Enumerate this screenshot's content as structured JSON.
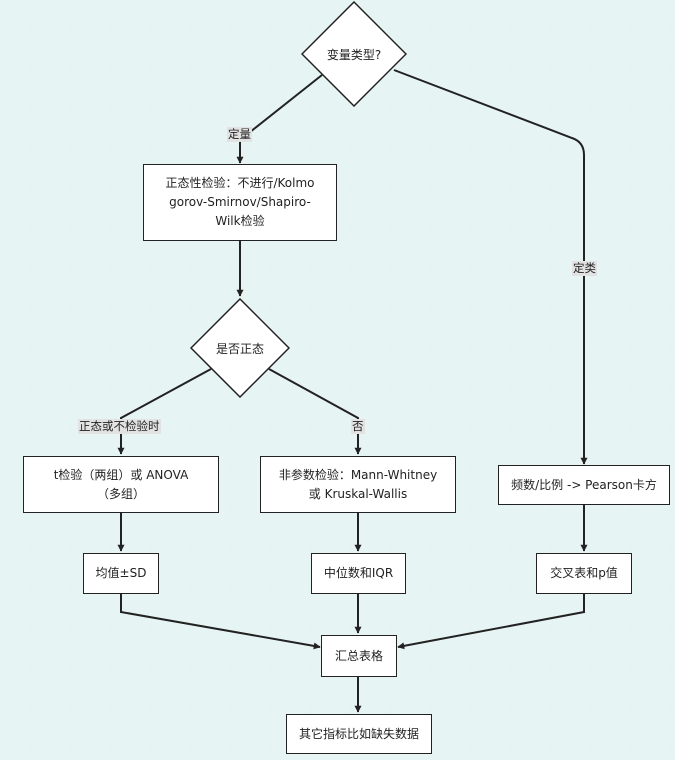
{
  "nodes": {
    "type_decision": "变量类型?",
    "normality_test": "正态性检验：不进行/Kolmogorov-Smirnov/Shapiro-Wilk检验",
    "normal_decision": "是否正态",
    "t_test": "t检验（两组）或 ANOVA（多组）",
    "nonparam": "非参数检验：Mann-Whitney 或 Kruskal-Wallis",
    "chi_square": "频数/比例 -> Pearson卡方",
    "mean_sd": "均值±SD",
    "median_iqr": "中位数和IQR",
    "crosstab": "交叉表和p值",
    "summary_table": "汇总表格",
    "other_metrics": "其它指标比如缺失数据"
  },
  "edge_labels": {
    "quantitative": "定量",
    "qualitative": "定类",
    "normal_or_untested": "正态或不检验时",
    "not_normal": "否"
  },
  "colors": {
    "grid": "#e3f3f1",
    "stroke": "#222222",
    "edge_label_bg": "#e2e2e2"
  }
}
